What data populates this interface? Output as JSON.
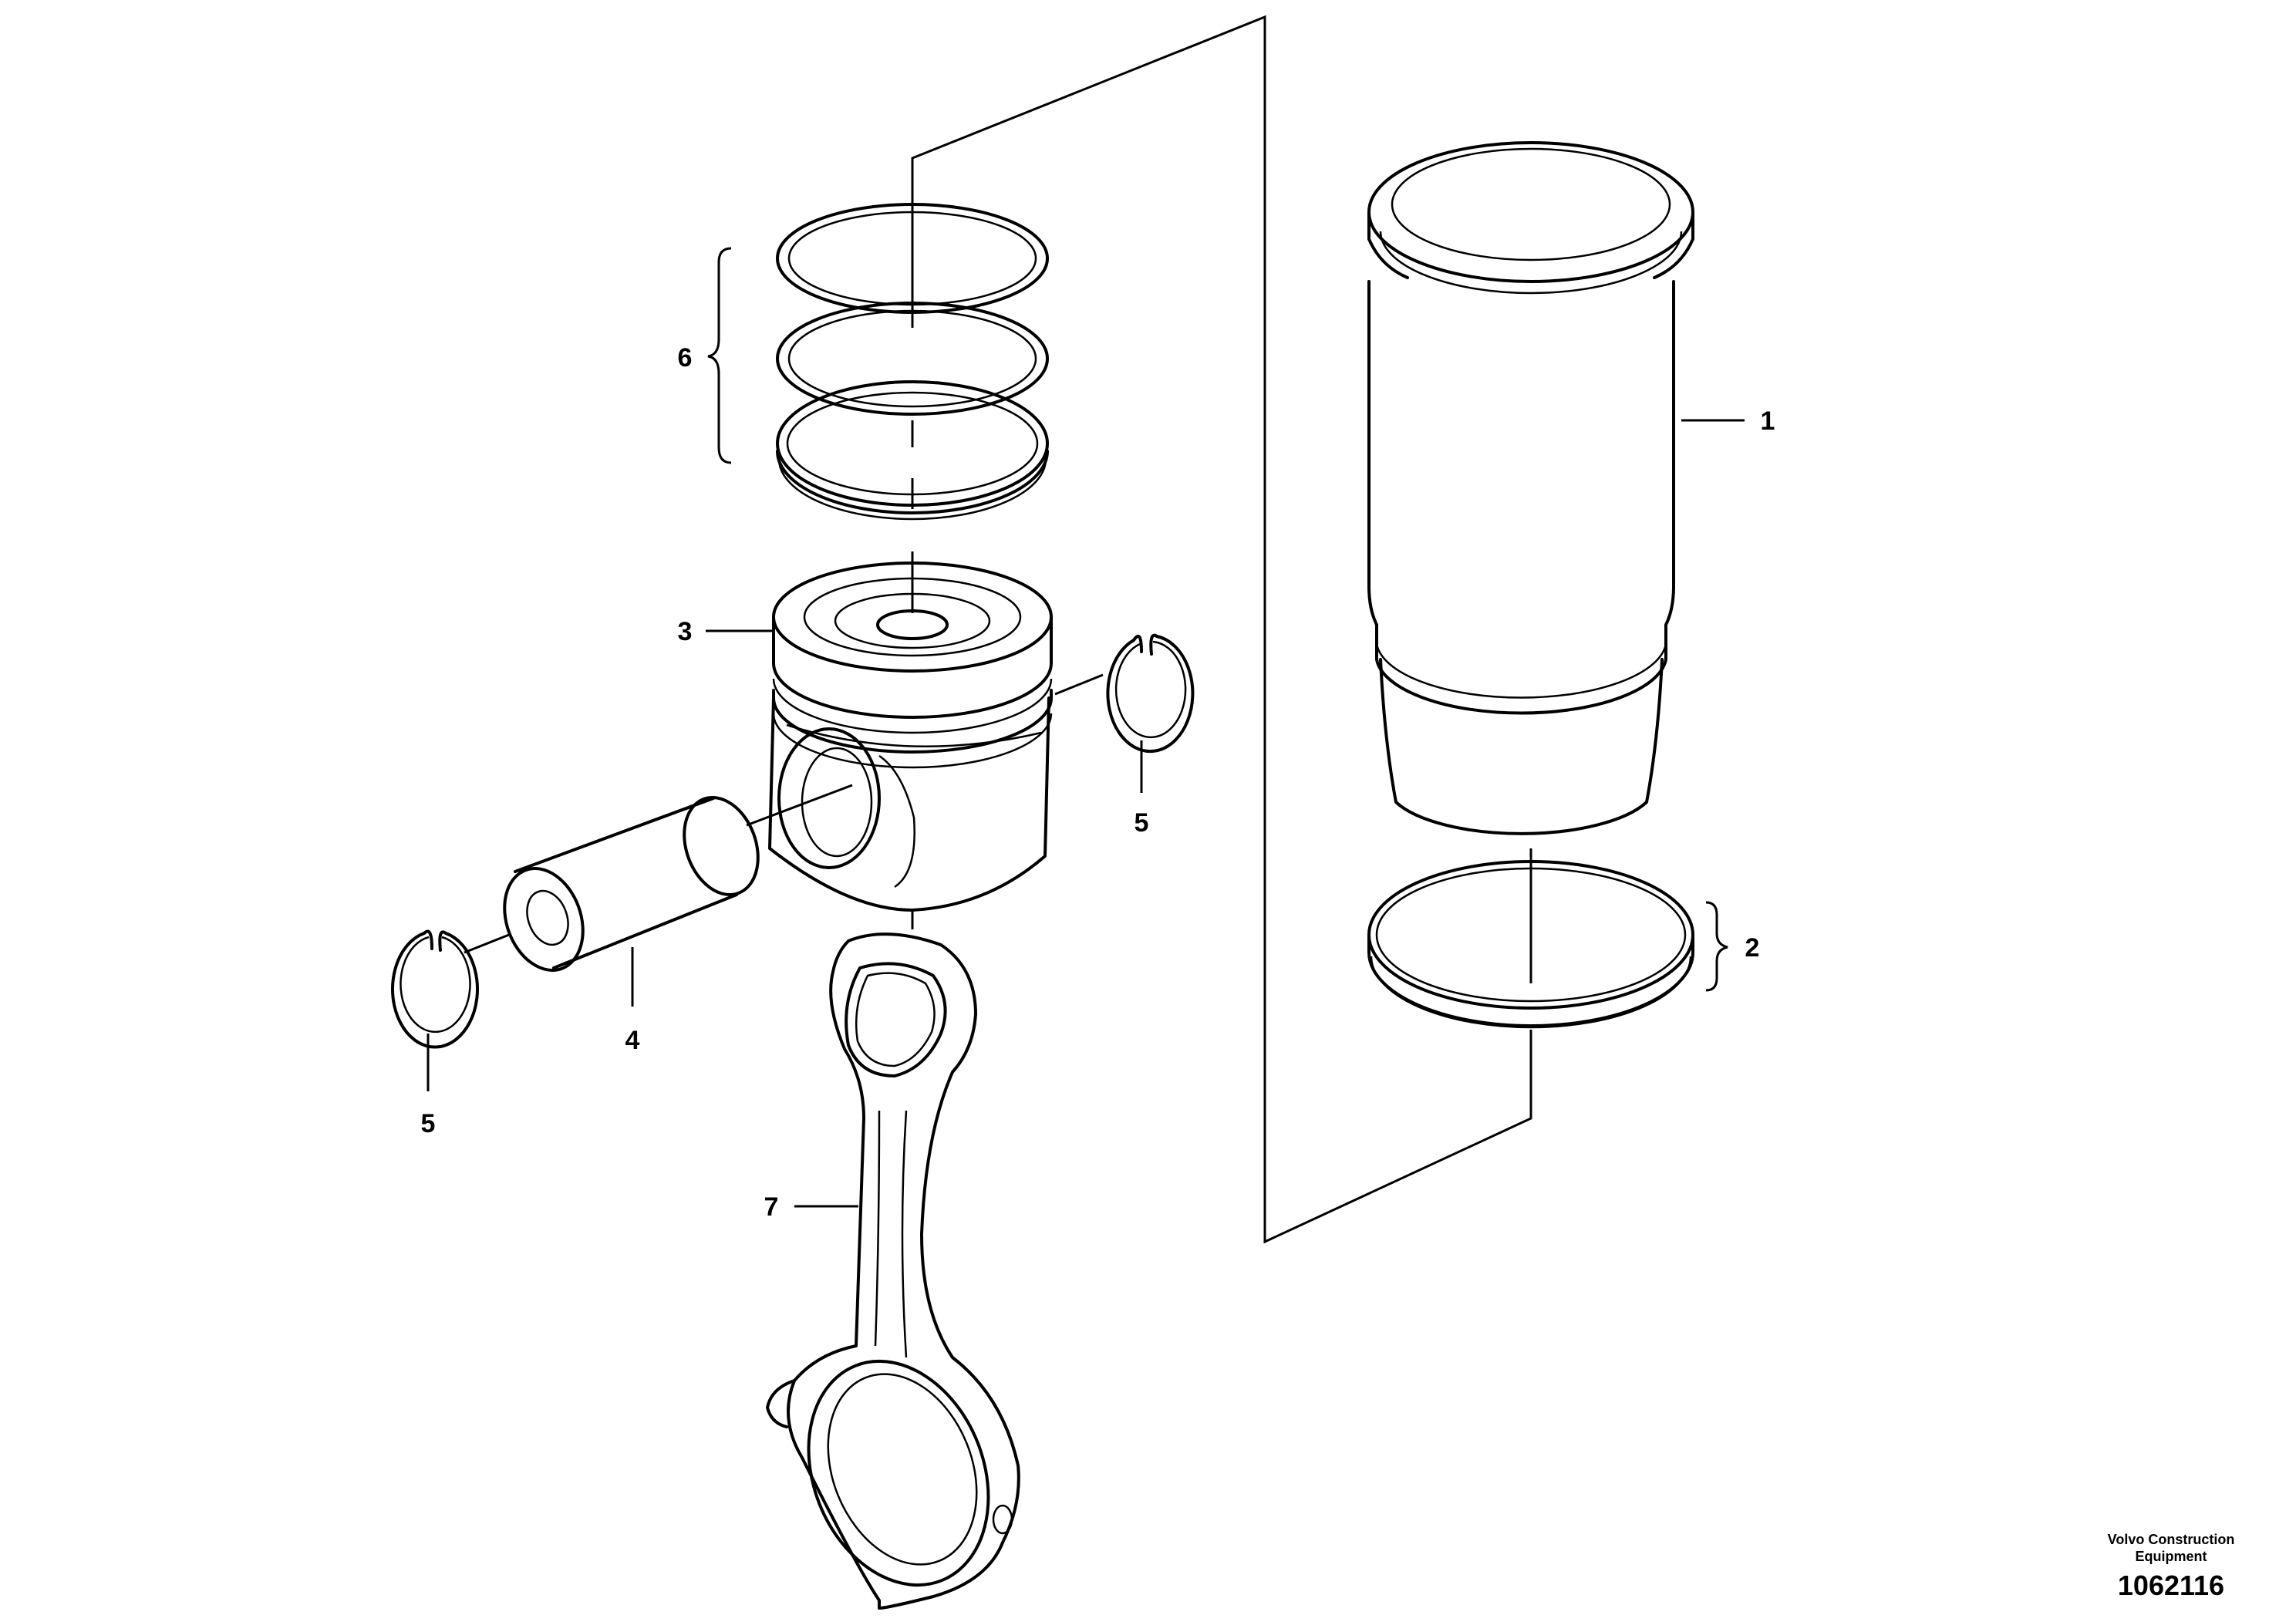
{
  "diagram": {
    "callouts": [
      {
        "id": "callout-1",
        "label": "1"
      },
      {
        "id": "callout-2",
        "label": "2"
      },
      {
        "id": "callout-3",
        "label": "3"
      },
      {
        "id": "callout-4",
        "label": "4"
      },
      {
        "id": "callout-5-right",
        "label": "5"
      },
      {
        "id": "callout-5-left",
        "label": "5"
      },
      {
        "id": "callout-6",
        "label": "6"
      },
      {
        "id": "callout-7",
        "label": "7"
      }
    ]
  },
  "footer": {
    "publisher": "Volvo Construction Equipment",
    "drawing_number": "1062116"
  }
}
